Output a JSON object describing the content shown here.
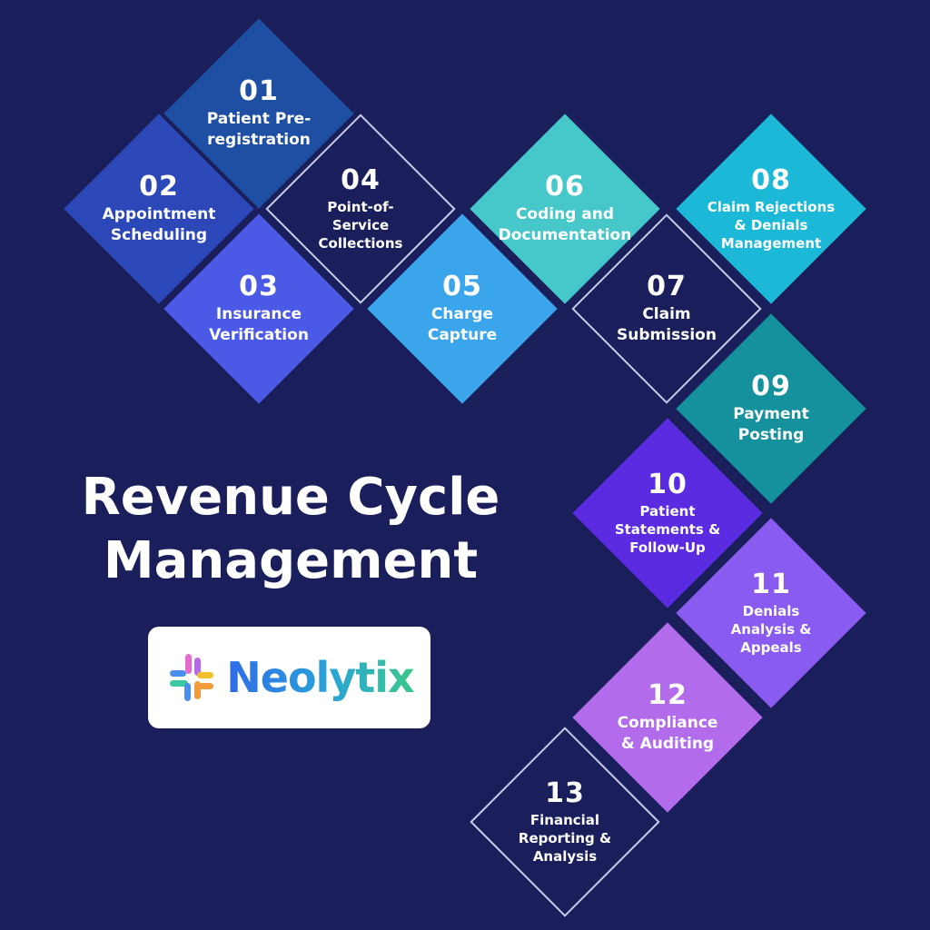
{
  "title": {
    "line1": "Revenue Cycle",
    "line2": "Management"
  },
  "logo": {
    "text": "Neolytix"
  },
  "steps": [
    {
      "number": "01",
      "lines": [
        "Patient Pre-",
        "registration"
      ],
      "color": "#1f4fa3"
    },
    {
      "number": "02",
      "lines": [
        "Appointment",
        "Scheduling"
      ],
      "color": "#2c47b8"
    },
    {
      "number": "03",
      "lines": [
        "Insurance",
        "Verification"
      ],
      "color": "#4a5ae6"
    },
    {
      "number": "04",
      "lines": [
        "Point-of-",
        "Service",
        "Collections"
      ],
      "color": "outline"
    },
    {
      "number": "05",
      "lines": [
        "Charge",
        "Capture"
      ],
      "color": "#3aa5ea"
    },
    {
      "number": "06",
      "lines": [
        "Coding and",
        "Documentation"
      ],
      "color": "#46c7c9"
    },
    {
      "number": "07",
      "lines": [
        "Claim",
        "Submission"
      ],
      "color": "outline"
    },
    {
      "number": "08",
      "lines": [
        "Claim Rejections",
        "& Denials",
        "Management"
      ],
      "color": "#1cb8d8"
    },
    {
      "number": "09",
      "lines": [
        "Payment",
        "Posting"
      ],
      "color": "#14919d"
    },
    {
      "number": "10",
      "lines": [
        "Patient",
        "Statements &",
        "Follow-Up"
      ],
      "color": "#5a2be0"
    },
    {
      "number": "11",
      "lines": [
        "Denials",
        "Analysis &",
        "Appeals"
      ],
      "color": "#8a5bf0"
    },
    {
      "number": "12",
      "lines": [
        "Compliance",
        "& Auditing"
      ],
      "color": "#b26bea"
    },
    {
      "number": "13",
      "lines": [
        "Financial",
        "Reporting &",
        "Analysis"
      ],
      "color": "outline"
    }
  ]
}
